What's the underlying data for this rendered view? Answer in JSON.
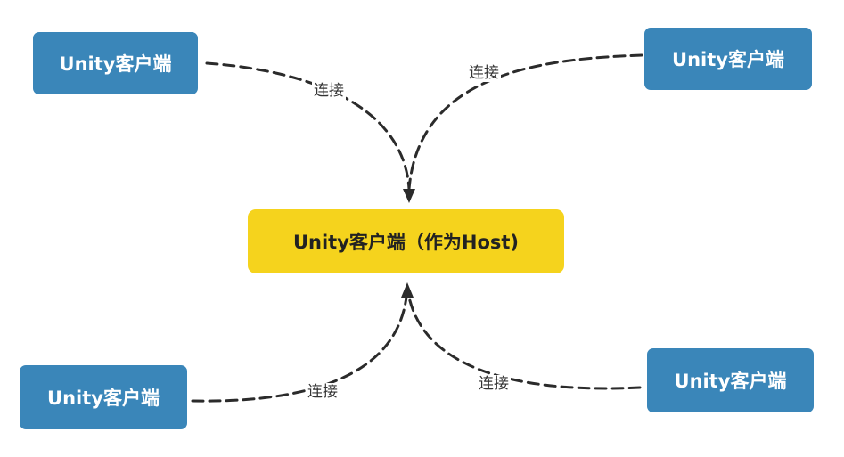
{
  "diagram": {
    "host": {
      "label": "Unity客户端（作为Host)"
    },
    "clients": [
      {
        "label": "Unity客户端"
      },
      {
        "label": "Unity客户端"
      },
      {
        "label": "Unity客户端"
      },
      {
        "label": "Unity客户端"
      }
    ],
    "edge_labels": [
      "连接",
      "连接",
      "连接",
      "连接"
    ],
    "colors": {
      "client_fill": "#3a86b9",
      "client_text": "#ffffff",
      "host_fill": "#f5d31d",
      "host_text": "#222222",
      "edge": "#2b2b2b"
    }
  }
}
